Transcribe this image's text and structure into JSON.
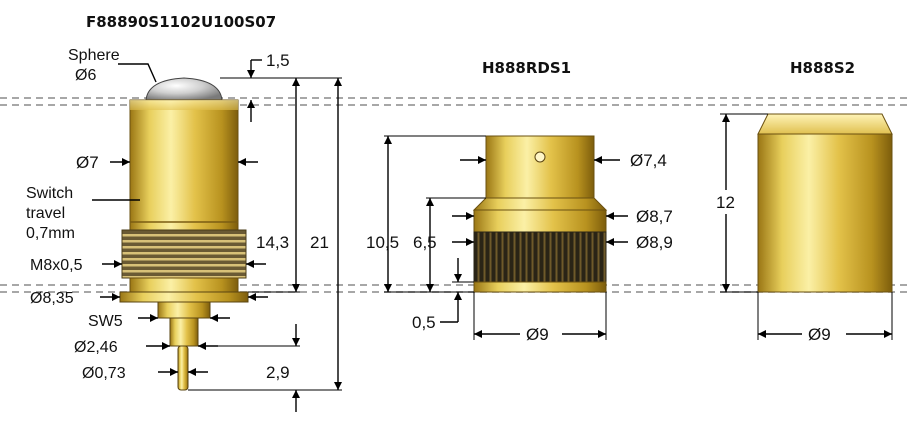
{
  "products": {
    "probe": "F88890S1102U100S07",
    "housing": "H888RDS1",
    "cap": "H888S2"
  },
  "probe_labels": {
    "sphere_title": "Sphere",
    "sphere_dia": "Ø6",
    "switch_travel_1": "Switch",
    "switch_travel_2": "travel",
    "switch_travel_3": "0,7mm",
    "thread": "M8x0,5",
    "body_dia": "Ø7",
    "flange_dia": "Ø8,35",
    "sw": "SW5",
    "shaft_dia": "Ø2,46",
    "pin_dia": "Ø0,73",
    "protrusion": "1,5",
    "body_height": "14,3",
    "total_height": "21",
    "pin_length": "2,9"
  },
  "housing_labels": {
    "top_dia": "Ø7,4",
    "ring_dia": "Ø8,7",
    "knurl_dia": "Ø8,9",
    "base_dia": "Ø9",
    "height_total": "10,5",
    "height_knurl": "6,5",
    "base_height": "0,5"
  },
  "cap_labels": {
    "height": "12",
    "dia": "Ø9"
  },
  "colors": {
    "gold_light": "#f7e58a",
    "gold_mid": "#d4b23c",
    "gold_dark": "#8a6a10",
    "knurl": "#2a2416",
    "guide_line": "#8a8a8a"
  }
}
